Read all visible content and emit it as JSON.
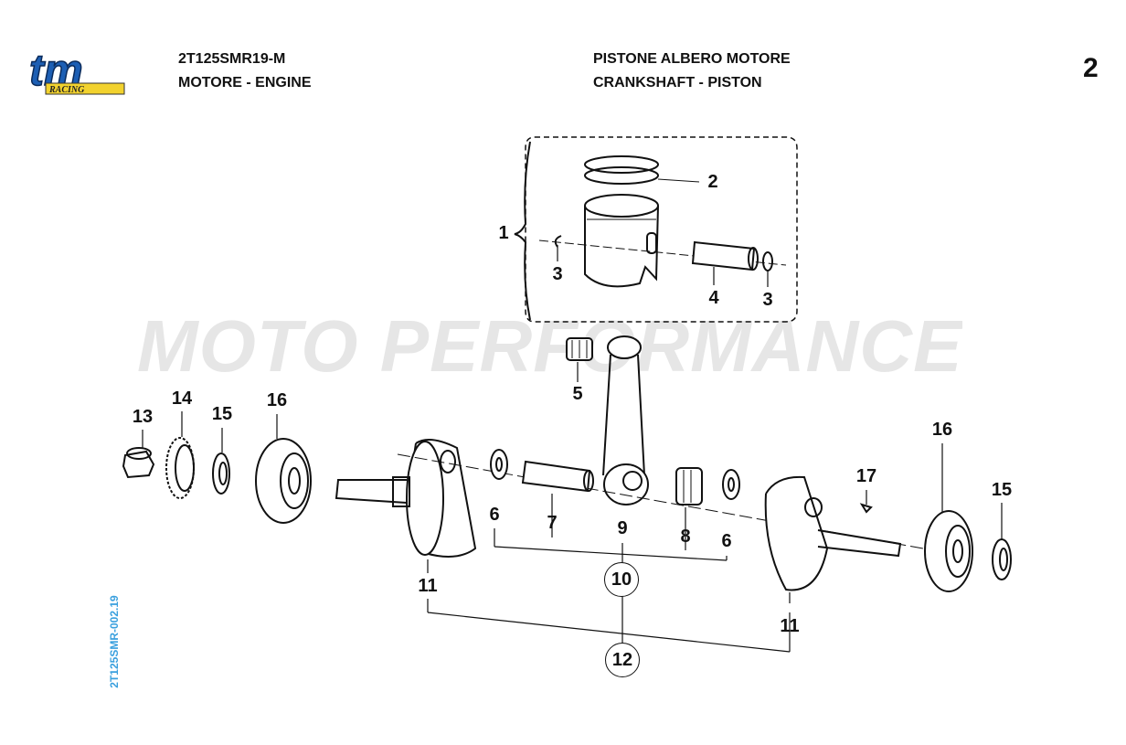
{
  "logo": {
    "brand": "tm",
    "sub": "RACING",
    "colors": {
      "primary": "#1d5fb4",
      "secondary": "#f2d22e"
    }
  },
  "header": {
    "model": "2T125SMR19-M",
    "group": "MOTORE - ENGINE",
    "title_it": "PISTONE ALBERO MOTORE",
    "title_en": "CRANKSHAFT - PISTON",
    "page": "2"
  },
  "watermark": "MOTO PERFORMANCE",
  "drawing_code": "2T125SMR-002.19",
  "callouts": [
    "1",
    "2",
    "3",
    "4",
    "3",
    "5",
    "13",
    "14",
    "15",
    "16",
    "6",
    "7",
    "9",
    "8",
    "6",
    "11",
    "11",
    "17",
    "16",
    "15"
  ],
  "circled": [
    "10",
    "12"
  ]
}
